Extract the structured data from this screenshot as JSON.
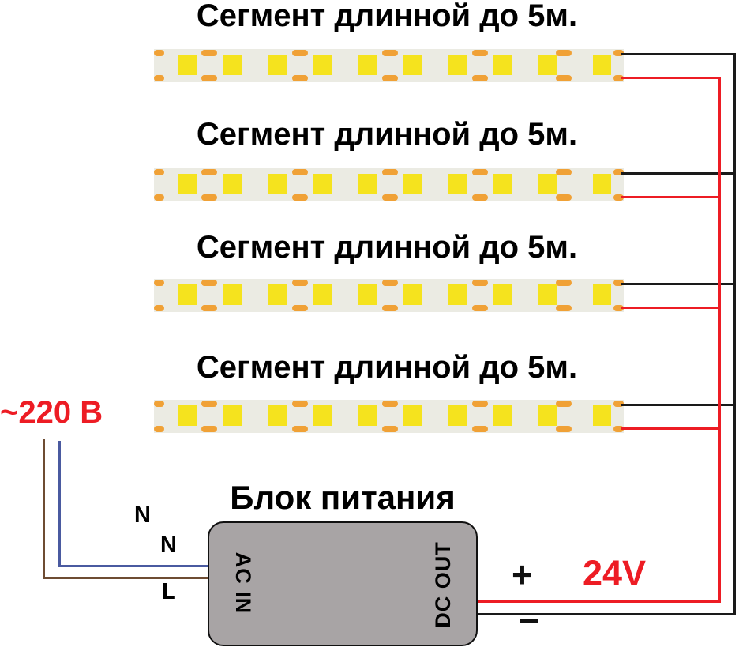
{
  "labels": {
    "mains": "~220 В",
    "n1": "N",
    "n2": "N",
    "l": "L",
    "plus": "+",
    "minus": "−",
    "voltage": "24V"
  },
  "power_supply": {
    "title": "Блок питания",
    "ac_in": "AC IN",
    "dc_out": "DC OUT"
  },
  "segments": {
    "count": 4,
    "titles": [
      "Сегмент длинной до 5м.",
      "Сегмент длинной до 5м.",
      "Сегмент длинной до 5м.",
      "Сегмент длинной до 5м."
    ],
    "leds_per_strip": 10,
    "solder_pad_pairs_per_strip": 5
  },
  "colors": {
    "wire_positive_red": "#ed1c24",
    "wire_negative_black": "#1a1a1a",
    "wire_neutral_blue": "#4a5aa0",
    "wire_line_brown": "#6e4c33",
    "led_yellow": "#f5e31e",
    "pad_orange": "#f0a136",
    "strip_background": "#ebebe3",
    "power_supply_gray": "#a8a4a5",
    "accent_red_text": "#ed1c24"
  }
}
